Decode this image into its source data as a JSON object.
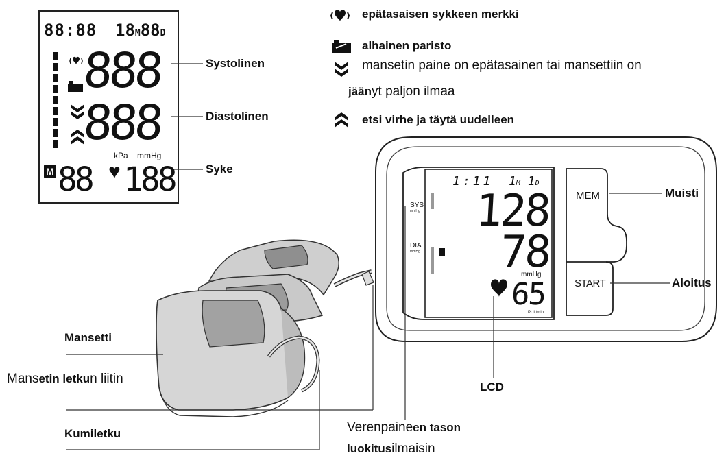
{
  "indicators": [
    {
      "icon": "irregular-heartbeat-icon",
      "text": "epätasaisen sykkeen merkki"
    },
    {
      "icon": "low-battery-icon",
      "text": "alhainen paristo"
    },
    {
      "icon": "down-arrows-icon",
      "text_normal": "man",
      "text_bold": "setin paine on epätasainen tai mansettiin on",
      "line2_bold": "jään",
      "line2_normal": "yt paljon ilmaa"
    },
    {
      "icon": "up-arrows-icon",
      "text": "etsi virhe ja täytä uudelleen"
    }
  ],
  "lcd_template": {
    "time": "88:88",
    "date_month": "18",
    "date_m": "M",
    "date_day": "88",
    "date_d": "D",
    "sys": "888",
    "dia": "888",
    "units_kpa": "kPa",
    "units_mmhg": "mmHg",
    "memory_badge": "M",
    "memory_digits": "88",
    "pulse": "188"
  },
  "lcd_labels": {
    "systolic": "Systolinen",
    "diastolic": "Diastolinen",
    "pulse": "Syke"
  },
  "device": {
    "time": "1:11",
    "month": "1",
    "month_unit": "M",
    "day": "1",
    "day_unit": "D",
    "sys_label": "SYS",
    "sys_unit": "mmHg",
    "dia_label": "DIA",
    "dia_unit": "mmHg",
    "sys_value": "128",
    "dia_value": "78",
    "mmhg": "mmHg",
    "pulse_value": "65",
    "pul_unit": "PUL/min",
    "mem_button": "MEM",
    "start_button": "START"
  },
  "callouts": {
    "memory": "Muisti",
    "start": "Aloitus",
    "lcd": "LCD",
    "cuff": "Mansetti",
    "connector_normal_1": "Man",
    "connector_normal_2": "s",
    "connector_bold": "etin letku",
    "connector_normal_3": "n liitin",
    "hose": "Kumiletku",
    "classification_normal": "Verenpaine",
    "classification_bold": "en tason",
    "classification_line2_bold": "luokitus",
    "classification_line2_normal": "ilmaisin"
  }
}
